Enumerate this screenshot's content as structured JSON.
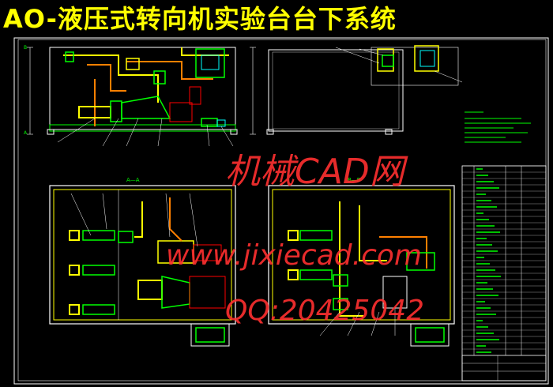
{
  "title": "AO-液压式转向机实验台台下系统",
  "section_labels": {
    "a_a": "A—A",
    "b_b": "B—B",
    "b_marker": "B",
    "a_marker": "A"
  },
  "watermark": {
    "line1": "机械CAD网",
    "line2": "www.jixiecad.com",
    "line3": "QQ:20425042"
  },
  "colors": {
    "background": "#000000",
    "frame": "#ffffff",
    "title": "#ffff00",
    "watermark": "#ff3030",
    "pipe_yellow": "#ffff00",
    "pipe_orange": "#ff8000",
    "machine_green": "#00ff00",
    "machine_cyan": "#00ffff",
    "machine_red": "#ff0000",
    "table_green": "#00ff00"
  }
}
